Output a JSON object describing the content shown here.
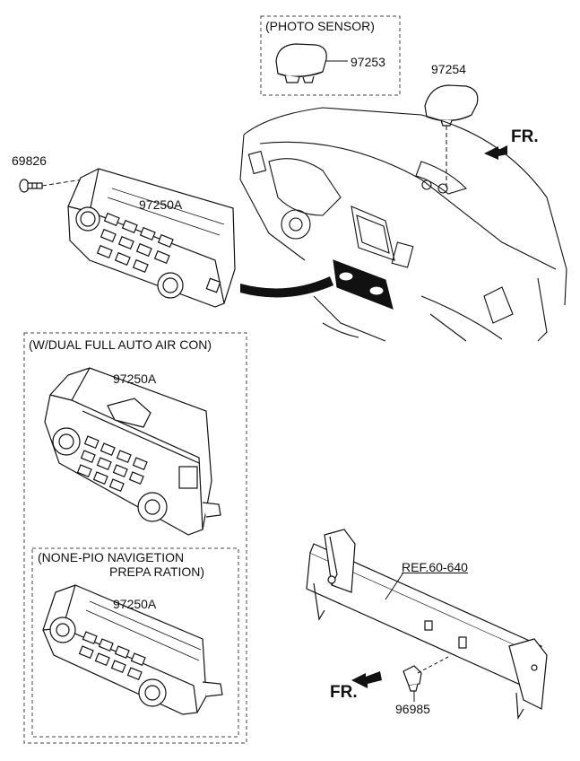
{
  "photo_sensor_box": {
    "title": "(PHOTO SENSOR)",
    "part_number": "97253"
  },
  "sensor_part": "97254",
  "front_marker_top": "FR.",
  "screw_part": "69826",
  "main_unit_part": "97250A",
  "dual_auto_box": {
    "title": "(W/DUAL FULL AUTO AIR CON)",
    "part_number": "97250A"
  },
  "navigation_box": {
    "title_line1": "(NONE-PIO NAVIGETION",
    "title_line2": "PREPA RATION)",
    "part_number": "97250A"
  },
  "crossmember": {
    "reference": "REF.60-640",
    "sensor_part": "96985",
    "front_marker": "FR."
  }
}
